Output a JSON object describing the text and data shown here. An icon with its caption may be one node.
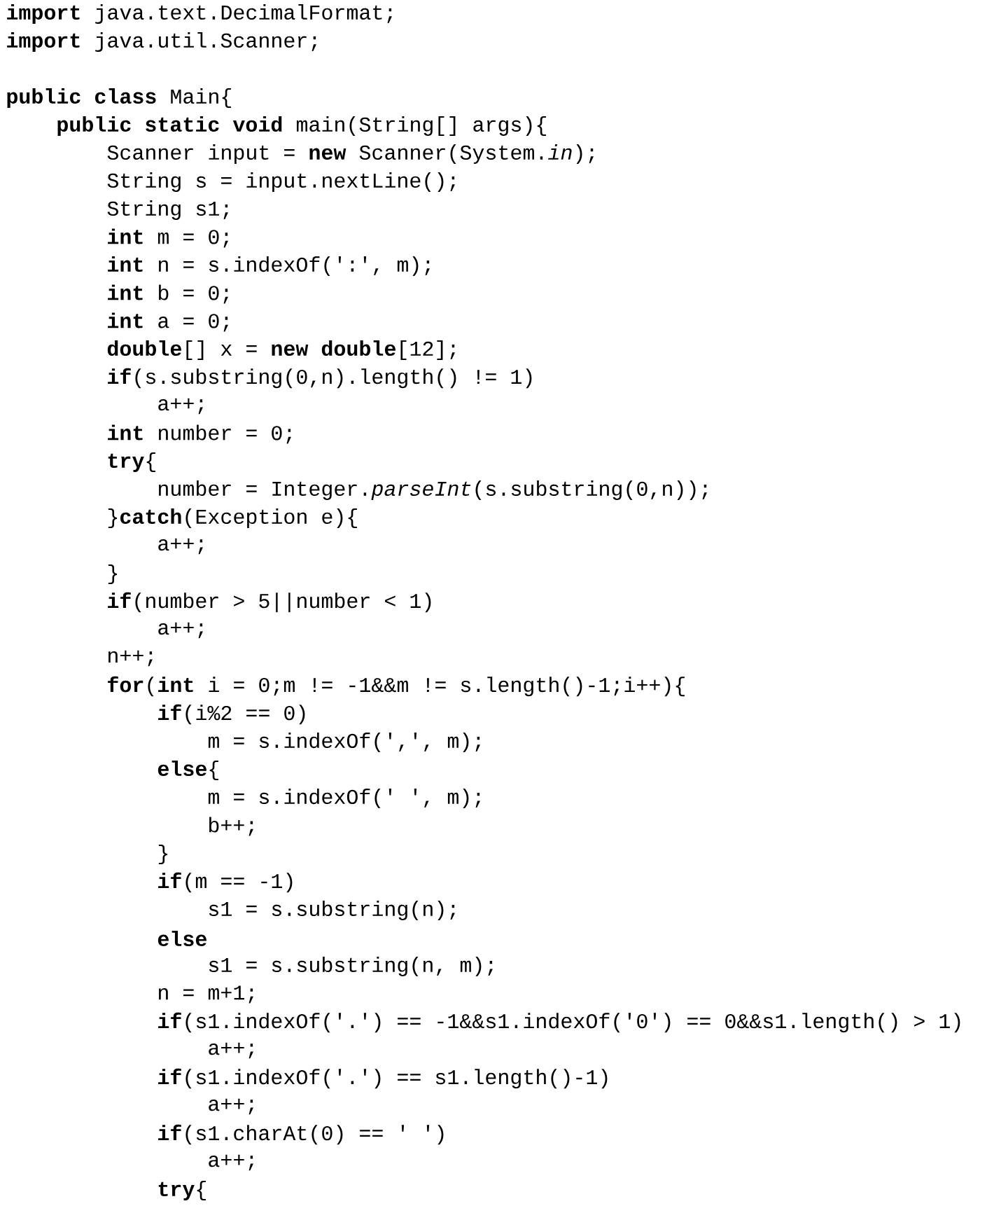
{
  "diagram": {
    "labels": [
      "**import** java.text.DecimalFormat;",
      "**import** java.util.Scanner;",
      "**public class** Main{",
      "**public static void** main(String[] args){",
      "Scanner input = **new** Scanner(System.*in*);",
      "String s = input.nextLine();",
      "String s1;",
      "**int** m = 0;",
      "**int** n = s.indexOf(':', m);",
      "**int** b = 0;",
      "**int** a = 0;",
      "**double**[] x = **new double**[12];",
      "**if**(s.substring(0,n).length() != 1)",
      "a++;",
      "**int** number = 0;",
      "**try**{",
      "number = Integer.*parseInt*(s.substring(0,n));",
      "}**catch**(Exception e){",
      "a++;",
      "}",
      "**if**(number > 5||number < 1)",
      "a++;",
      "n++;",
      "**for**(**int** i = 0;m != -1&&m != s.length()-1;i++){",
      "**if**(i%2 == 0)",
      "m = s.indexOf(',', m);",
      "**else**{",
      "m = s.indexOf(' ', m);",
      "b++;",
      "}",
      "**if**(m == -1)",
      "s1 = s.substring(n);",
      "**else**",
      "s1 = s.substring(n, m);",
      "n = m+1;",
      "**if**(s1.indexOf('.') == -1&&s1.indexOf('0') == 0&&s1.length() > 1)",
      "a++;",
      "**if**(s1.indexOf('.') == s1.length()-1)",
      "a++;",
      "**if**(s1.charAt(0) == ' ')",
      "a++;",
      "**try**{"
    ]
  }
}
